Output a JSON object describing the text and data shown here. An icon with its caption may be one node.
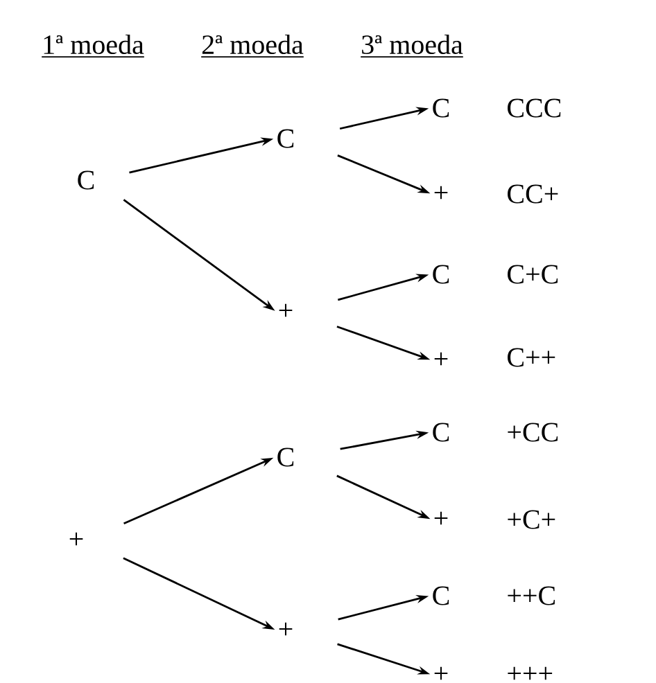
{
  "diagram": {
    "nodes": [
      {
        "text": [
          "C"
        ]
      },
      {
        "text": [
          "+"
        ]
      },
      {
        "text": [
          "C"
        ]
      },
      {
        "text": [
          "+"
        ]
      },
      {
        "text": [
          "C"
        ]
      },
      {
        "text": [
          "+"
        ]
      },
      {
        "text": [
          "C"
        ]
      },
      {
        "text": [
          "+"
        ]
      },
      {
        "text": [
          "C"
        ]
      },
      {
        "text": [
          "+"
        ]
      },
      {
        "text": [
          "C"
        ]
      },
      {
        "text": [
          "+"
        ]
      },
      {
        "text": [
          "C"
        ]
      },
      {
        "text": [
          "+"
        ]
      }
    ],
    "edges": [
      {
        "from": 0,
        "to": 2,
        "arrow": "to"
      },
      {
        "from": 0,
        "to": 3,
        "arrow": "to"
      },
      {
        "from": 1,
        "to": 4,
        "arrow": "to"
      },
      {
        "from": 1,
        "to": 5,
        "arrow": "to"
      },
      {
        "from": 2,
        "to": 6,
        "arrow": "to"
      },
      {
        "from": 2,
        "to": 7,
        "arrow": "to"
      },
      {
        "from": 3,
        "to": 8,
        "arrow": "to"
      },
      {
        "from": 3,
        "to": 9,
        "arrow": "to"
      },
      {
        "from": 4,
        "to": 10,
        "arrow": "to"
      },
      {
        "from": 4,
        "to": 11,
        "arrow": "to"
      },
      {
        "from": 5,
        "to": 12,
        "arrow": "to"
      },
      {
        "from": 5,
        "to": 13,
        "arrow": "to"
      }
    ],
    "labels": [
      "1ª moeda",
      "2ª moeda",
      "3ª moeda",
      "CCC",
      "CC+",
      "C+C",
      "C++",
      "+CC",
      "+C+",
      "++C",
      "+++"
    ]
  }
}
